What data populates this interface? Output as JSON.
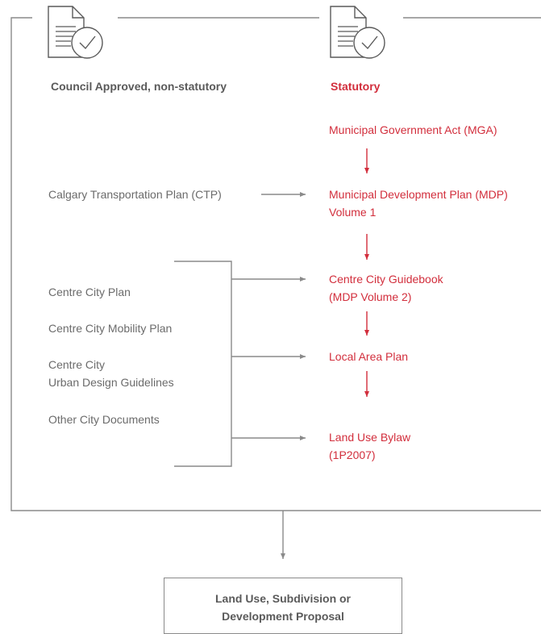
{
  "headings": {
    "non_statutory": "Council Approved, non-statutory",
    "statutory": "Statutory"
  },
  "statutory_items": {
    "mga": "Municipal Government Act (MGA)",
    "mdp_line1": "Municipal Development Plan (MDP)",
    "mdp_line2": "Volume 1",
    "ccg_line1": "Centre City Guidebook",
    "ccg_line2": "(MDP Volume 2)",
    "lap": "Local Area Plan",
    "lub_line1": "Land Use Bylaw",
    "lub_line2": "(1P2007)"
  },
  "non_statutory_items": {
    "ctp": "Calgary Transportation Plan (CTP)",
    "ccp": "Centre City Plan",
    "ccmp": "Centre City Mobility Plan",
    "ccudg_line1": "Centre City",
    "ccudg_line2": "Urban Design Guidelines",
    "ocd": "Other City Documents"
  },
  "result": {
    "line1": "Land Use, Subdivision or",
    "line2": "Development Proposal"
  },
  "icons": [
    "document-check-icon",
    "document-check-icon"
  ],
  "colors": {
    "statutory": "#d22e3c",
    "non_statutory": "#6b6b6b",
    "lines": "#8a8a8a"
  }
}
